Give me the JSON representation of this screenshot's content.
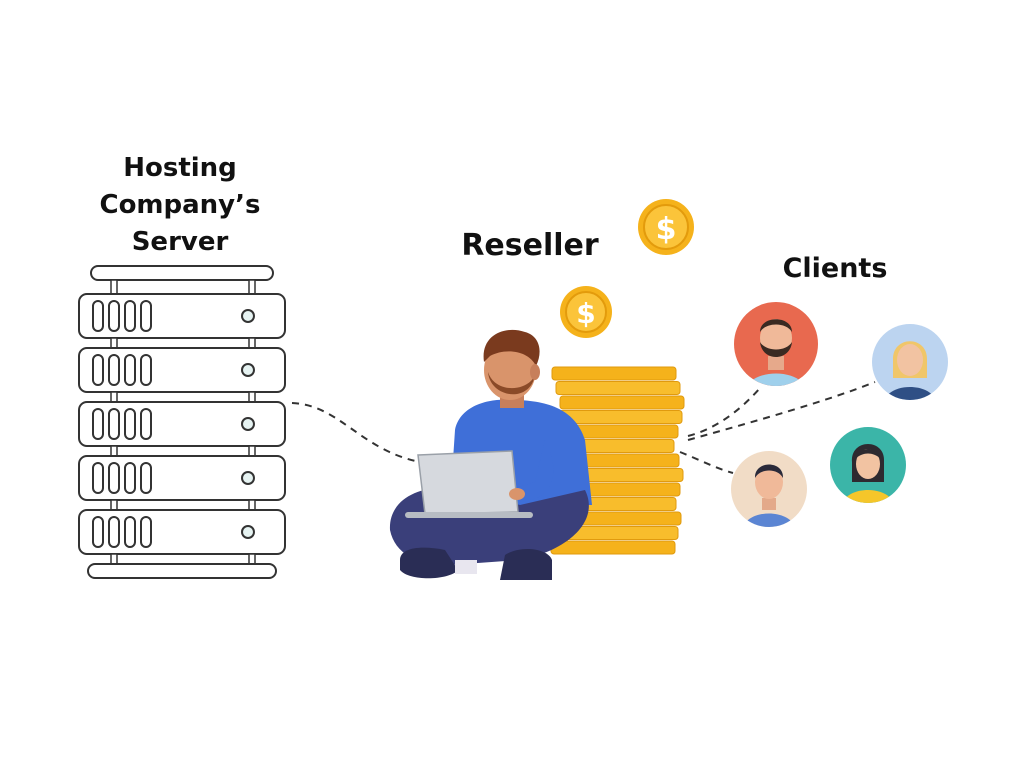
{
  "labels": {
    "server": [
      "Hosting",
      "Company’s",
      "Server"
    ],
    "reseller": "Reseller",
    "clients": "Clients"
  },
  "icons": {
    "currency_symbol": "$",
    "server": "server-rack-icon",
    "coin": "dollar-coin-icon",
    "person": "reseller-person-icon",
    "client": "client-avatar-icon"
  },
  "colors": {
    "coin": "#f5b21b",
    "shirt": "#3f6fd8",
    "pants": "#3a3f7a",
    "client_bg_1": "#e8694f",
    "client_bg_2": "#bcd4f0",
    "client_bg_3": "#f1dcc6",
    "client_bg_4": "#3bb5a8"
  }
}
